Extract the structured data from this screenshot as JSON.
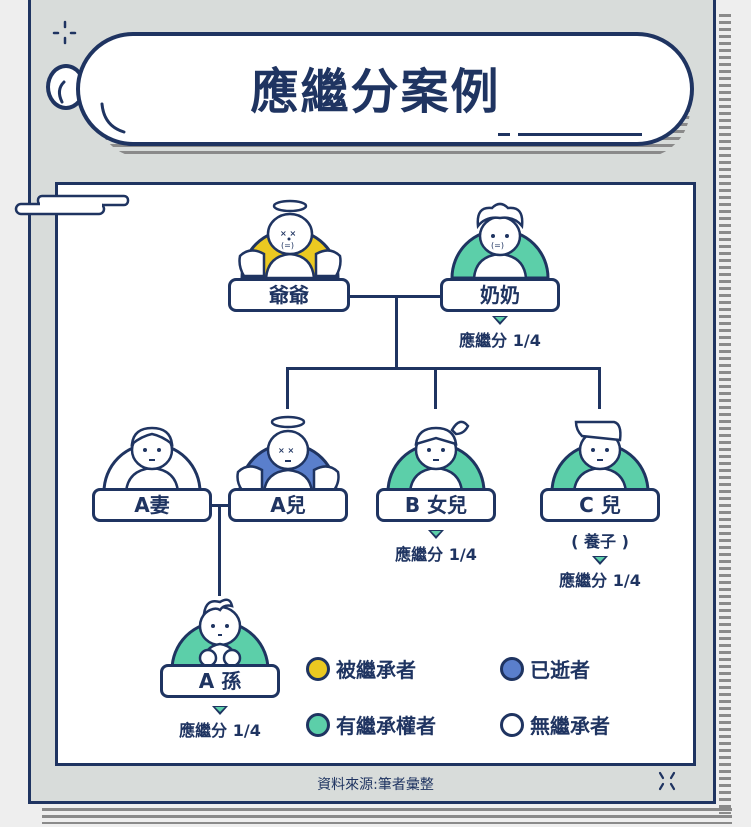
{
  "title": "應繼分案例",
  "source": "資料來源:筆者彙整",
  "colors": {
    "navy": "#1f3461",
    "decedent_yellow": "#ebc921",
    "deceased_blue": "#5a7fcc",
    "heir_green": "#5ccfa9",
    "non_heir_white": "#ffffff",
    "card_bg": "#d8dcda"
  },
  "family": {
    "grandpa": {
      "name": "爺爺",
      "status": "被繼承者"
    },
    "grandma": {
      "name": "奶奶",
      "status": "有繼承權者",
      "share": "應繼分 1/4"
    },
    "a_wife": {
      "name": "A妻",
      "status": "無繼承者"
    },
    "a_son": {
      "name": "A兒",
      "status": "已逝者"
    },
    "b_daughter": {
      "name": "B 女兒",
      "status": "有繼承權者",
      "share": "應繼分 1/4"
    },
    "c_son": {
      "name": "C 兒",
      "note": "( 養子 )",
      "status": "有繼承權者",
      "share": "應繼分 1/4"
    },
    "a_grandson": {
      "name": "A 孫",
      "status": "有繼承權者",
      "share": "應繼分 1/4"
    }
  },
  "legend": [
    {
      "label": "被繼承者",
      "color": "#ebc921"
    },
    {
      "label": "已逝者",
      "color": "#5a7fcc"
    },
    {
      "label": "有繼承權者",
      "color": "#5ccfa9"
    },
    {
      "label": "無繼承者",
      "color": "#ffffff"
    }
  ]
}
